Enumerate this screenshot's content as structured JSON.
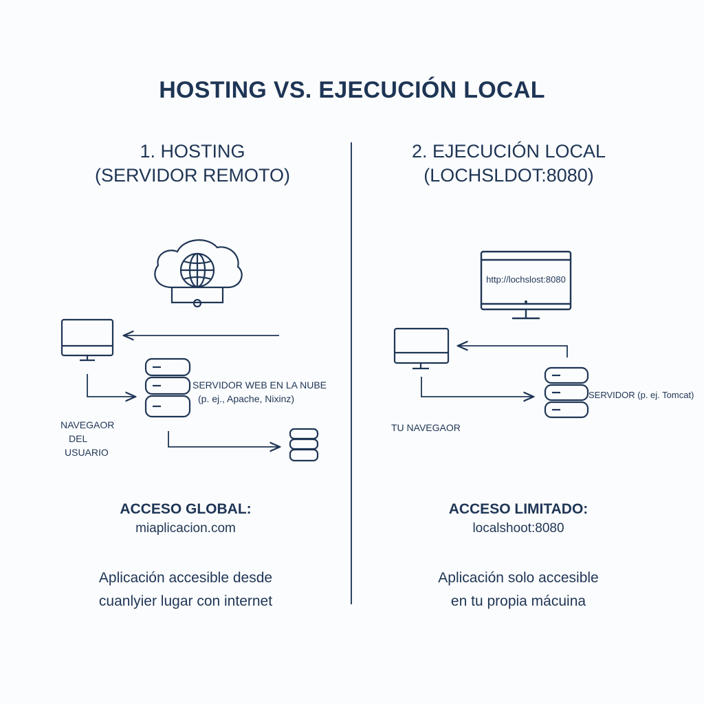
{
  "title": "HOSTING VS. EJECUCIÓN LOCAL",
  "left": {
    "heading_line1": "1. HOSTING",
    "heading_line2": "(SERVIDOR REMOTO)",
    "server_label_line1": "SERVIDOR WEB EN LA NUBE",
    "server_label_line2": "(p. ej., Apache, Nixinz)",
    "browser_label_line1": "NAVEGAOR",
    "browser_label_line2": "DEL",
    "browser_label_line3": "USUARIO",
    "access_title": "ACCESO GLOBAL:",
    "access_url": "miaplicacion.com",
    "desc_line1": "Aplicación accesible desde",
    "desc_line2": "cuanlyier lugar con internet"
  },
  "right": {
    "heading_line1": "2. EJECUCIÓN LOCAL",
    "heading_line2": "(LOCHSLDOT:8080)",
    "monitor_url": "http://lochslost:8080",
    "server_label": "SERVIDOR (p. ej. Tomcat)",
    "browser_label": "TU NAVEGAOR",
    "access_title": "ACCESO LIMITADO:",
    "access_url": "localshoot:8080",
    "desc_line1": "Aplicación solo accesible",
    "desc_line2": "en tu propia mácuina"
  },
  "colors": {
    "ink": "#1e3555",
    "background": "#fbfcfd"
  },
  "icons": [
    "cloud-globe-icon",
    "monitor-icon",
    "server-stack-icon",
    "database-icon",
    "arrow-icon"
  ]
}
